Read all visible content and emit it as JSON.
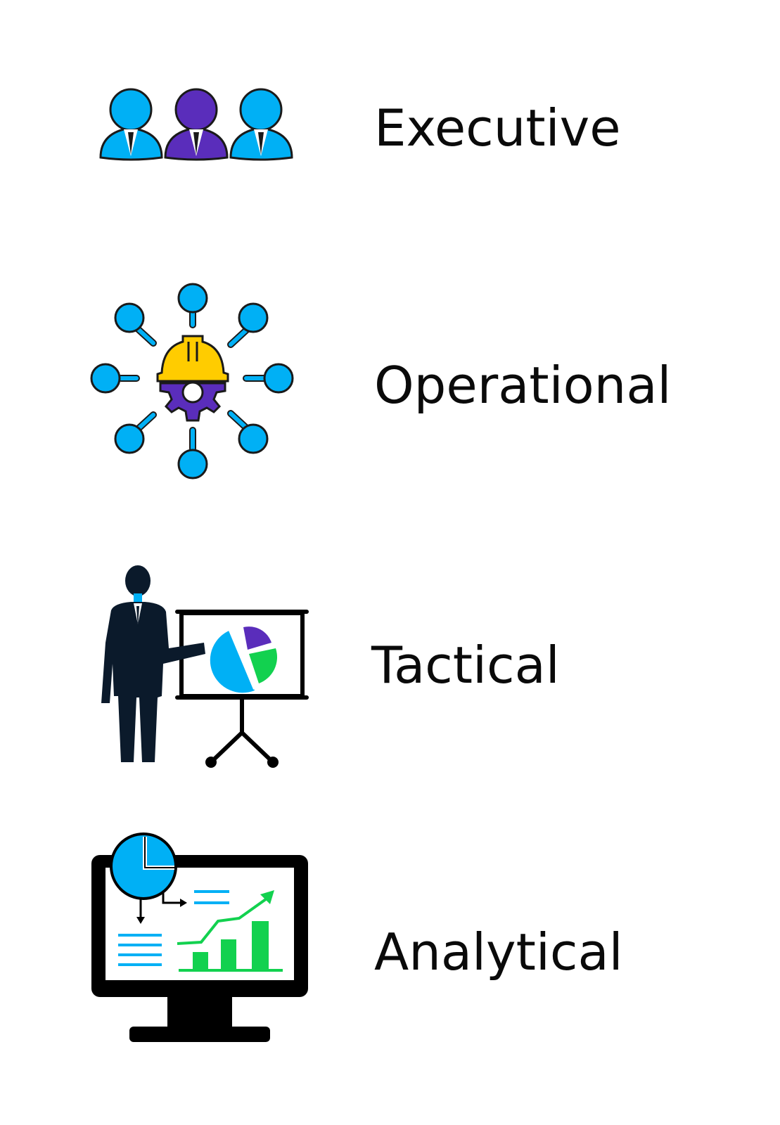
{
  "colors": {
    "blue": "#00b0f5",
    "purple": "#5a2dbb",
    "yellow": "#ffcc00",
    "green": "#12d14f",
    "navy": "#0b1a2b",
    "outline": "#1a1a1a",
    "text": "#0a0a0a"
  },
  "items": [
    {
      "label": "Executive",
      "icon": "people-team-icon"
    },
    {
      "label": "Operational",
      "icon": "hardhat-gear-network-icon"
    },
    {
      "label": "Tactical",
      "icon": "presenter-pie-chart-icon"
    },
    {
      "label": "Analytical",
      "icon": "monitor-analytics-icon"
    }
  ]
}
